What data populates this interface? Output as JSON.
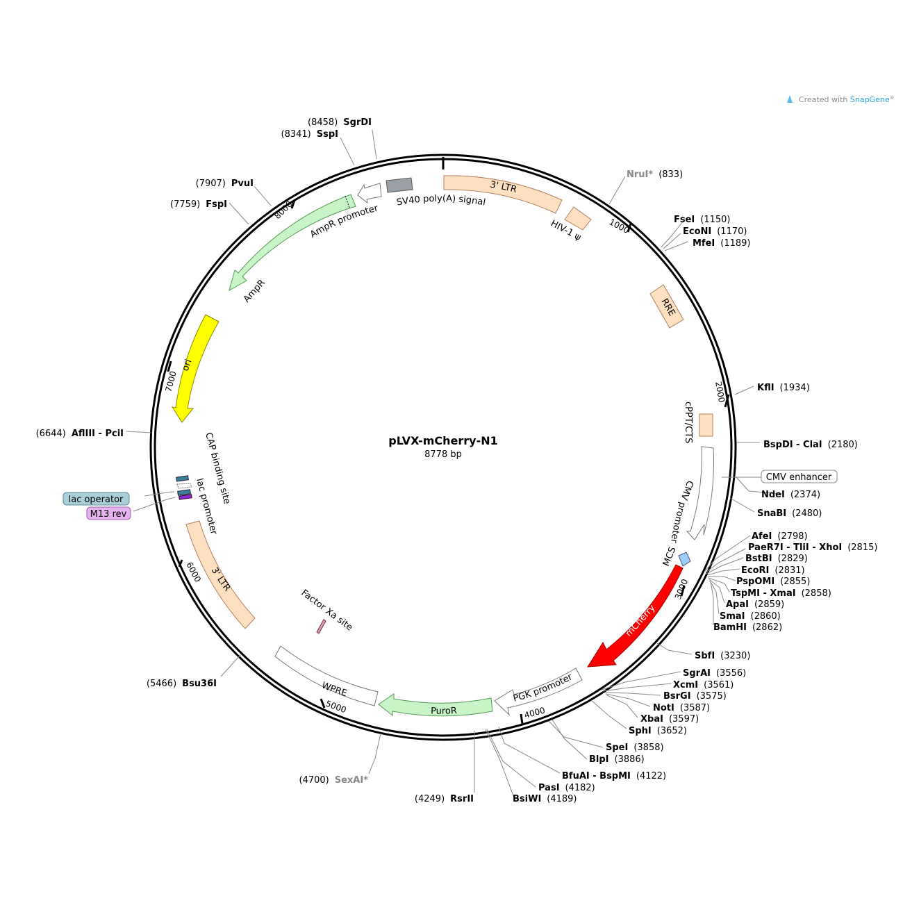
{
  "title": "pLVX-mCherry-N1",
  "length_label": "8778 bp",
  "credit": {
    "prefix": "Created with ",
    "brand": "SnapGene",
    "mark": "®"
  },
  "colors": {
    "orange": "#fde0c0",
    "green": "#c8f5c8",
    "yellow": "#ffff00",
    "red": "#ff0000",
    "blue": "#99ccff",
    "gray": "#9aa0a6",
    "teal": "#3a7f96",
    "purple": "#8a2be2",
    "lacop": "#a9cfd8",
    "m13": "#e6b3f0"
  },
  "ticks": [
    "1000",
    "2000",
    "3000",
    "4000",
    "5000",
    "6000",
    "7000",
    "8000"
  ],
  "features": {
    "ltr5": "3' LTR",
    "hiv": "HIV-1 ψ",
    "rre": "RRE",
    "cppt": "cPPT/CTS",
    "cmv_promoter": "CMV promoter",
    "mcs": "MCS",
    "mcherry": "mCherry",
    "pgk": "PGK promoter",
    "puror": "PuroR",
    "wpre": "WPRE",
    "factor_xa": "Factor Xa site",
    "ltr3": "3' LTR",
    "lac_promoter": "lac promoter",
    "cap": "CAP binding site",
    "ori": "ori",
    "ampr": "AmpR",
    "ampr_promoter": "AmpR promoter",
    "sv40": "SV40 poly(A) signal",
    "cmv_enhancer": "CMV enhancer",
    "lac_operator": "lac operator",
    "m13": "M13 rev"
  },
  "sites": {
    "nrui": {
      "name": "NruI*",
      "pos": "(833)"
    },
    "fsei": {
      "name": "FseI",
      "pos": "(1150)"
    },
    "econi": {
      "name": "EcoNI",
      "pos": "(1170)"
    },
    "mfei": {
      "name": "MfeI",
      "pos": "(1189)"
    },
    "kfli": {
      "name": "KflI",
      "pos": "(1934)"
    },
    "bspdi": {
      "name": "BspDI - ClaI",
      "pos": "(2180)"
    },
    "ndei": {
      "name": "NdeI",
      "pos": "(2374)"
    },
    "snabi": {
      "name": "SnaBI",
      "pos": "(2480)"
    },
    "afei": {
      "name": "AfeI",
      "pos": "(2798)"
    },
    "paer7i": {
      "name": "PaeR7I - TliI - XhoI",
      "pos": "(2815)"
    },
    "bstbi": {
      "name": "BstBI",
      "pos": "(2829)"
    },
    "ecori": {
      "name": "EcoRI",
      "pos": "(2831)"
    },
    "pspomi": {
      "name": "PspOMI",
      "pos": "(2855)"
    },
    "tspmi": {
      "name": "TspMI - XmaI",
      "pos": "(2858)"
    },
    "apai": {
      "name": "ApaI",
      "pos": "(2859)"
    },
    "smai": {
      "name": "SmaI",
      "pos": "(2860)"
    },
    "bamhi": {
      "name": "BamHI",
      "pos": "(2862)"
    },
    "sbfi": {
      "name": "SbfI",
      "pos": "(3230)"
    },
    "sgrai": {
      "name": "SgrAI",
      "pos": "(3556)"
    },
    "xcmi": {
      "name": "XcmI",
      "pos": "(3561)"
    },
    "bsrgi": {
      "name": "BsrGI",
      "pos": "(3575)"
    },
    "noti": {
      "name": "NotI",
      "pos": "(3587)"
    },
    "xbai": {
      "name": "XbaI",
      "pos": "(3597)"
    },
    "sphi": {
      "name": "SphI",
      "pos": "(3652)"
    },
    "spei": {
      "name": "SpeI",
      "pos": "(3858)"
    },
    "blpi": {
      "name": "BlpI",
      "pos": "(3886)"
    },
    "bfuai": {
      "name": "BfuAI - BspMI",
      "pos": "(4122)"
    },
    "pasi": {
      "name": "PasI",
      "pos": "(4182)"
    },
    "bsiwi": {
      "name": "BsiWI",
      "pos": "(4189)"
    },
    "rsrii": {
      "name": "RsrII",
      "pos": "(4249)"
    },
    "sexai": {
      "name": "SexAI*",
      "pos": "(4700)"
    },
    "bsu36i": {
      "name": "Bsu36I",
      "pos": "(5466)"
    },
    "aflIII": {
      "name": "AflIII - PciI",
      "pos": "(6644)"
    },
    "fspi": {
      "name": "FspI",
      "pos": "(7759)"
    },
    "pvui": {
      "name": "PvuI",
      "pos": "(7907)"
    },
    "sspi": {
      "name": "SspI",
      "pos": "(8341)"
    },
    "sgrdi": {
      "name": "SgrDI",
      "pos": "(8458)"
    }
  }
}
